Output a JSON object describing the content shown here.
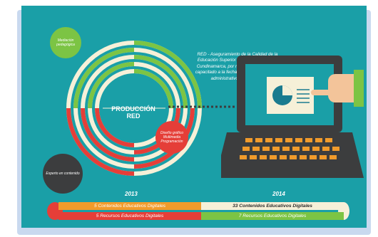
{
  "infographic": {
    "bubbles": {
      "green": "Mediación pedagógica",
      "dark": "Experto en contenido",
      "red": "Diseño gráfico Multimedia Programación"
    },
    "center_label": "PRODUCCIÓN RED",
    "red_description": "RED - Aseguramiento de la Calidad de la Educación Superior en la Universidad de Cundinamarca, por medio del cual se han capacitado a la fecha 1.058 usuarios, entre administrativos y docentes.",
    "years": {
      "left": "2013",
      "right": "2014"
    },
    "strips": {
      "orange_2013": "5 Contenidos Educativos Digitales",
      "red_2013": "5 Recursos Educativos Digitales",
      "cream_2014": "33 Contenidos Educativos Digitales",
      "green_2014": "7 Recursos Educativos Digitales"
    },
    "icons": {
      "laptop": "laptop-icon",
      "hand": "pointing-hand-icon",
      "pie": "pie-chart-icon"
    },
    "colors": {
      "background": "#1a9fa7",
      "green": "#7cc444",
      "red": "#e53e38",
      "orange": "#f19b2b",
      "cream": "#f6f0d8",
      "dark": "#3c3d3e"
    }
  }
}
